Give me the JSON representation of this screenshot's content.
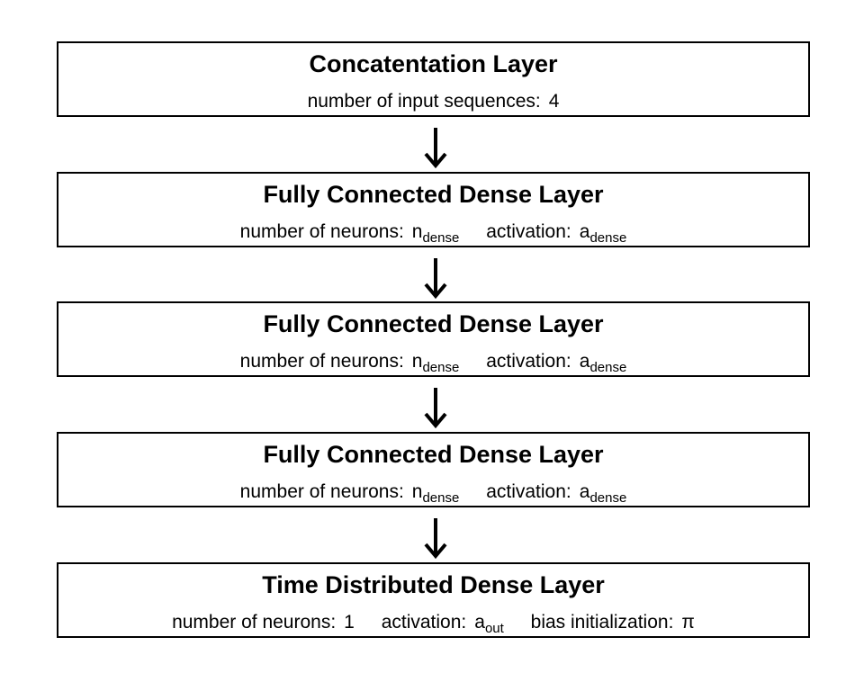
{
  "layers": [
    {
      "title": "Concatentation Layer",
      "params": [
        {
          "label": "number of input sequences:",
          "value": "4",
          "sub": ""
        }
      ]
    },
    {
      "title": "Fully Connected Dense Layer",
      "params": [
        {
          "label": "number of neurons:",
          "value": "n",
          "sub": "dense"
        },
        {
          "label": "activation:",
          "value": "a",
          "sub": "dense"
        }
      ]
    },
    {
      "title": "Fully Connected Dense Layer",
      "params": [
        {
          "label": "number of neurons:",
          "value": "n",
          "sub": "dense"
        },
        {
          "label": "activation:",
          "value": "a",
          "sub": "dense"
        }
      ]
    },
    {
      "title": "Fully Connected Dense Layer",
      "params": [
        {
          "label": "number of neurons:",
          "value": "n",
          "sub": "dense"
        },
        {
          "label": "activation:",
          "value": "a",
          "sub": "dense"
        }
      ]
    },
    {
      "title": "Time Distributed Dense Layer",
      "params": [
        {
          "label": "number of neurons:",
          "value": "1",
          "sub": ""
        },
        {
          "label": "activation:",
          "value": "a",
          "sub": "out"
        },
        {
          "label": "bias initialization:",
          "value": "π",
          "sub": ""
        }
      ]
    }
  ],
  "colors": {
    "border": "#000000",
    "background": "#ffffff",
    "text": "#000000"
  }
}
